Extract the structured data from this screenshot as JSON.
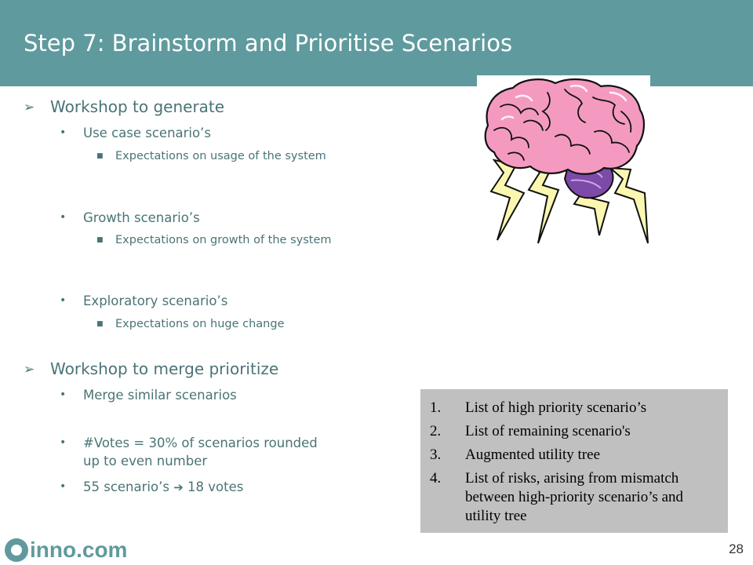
{
  "slide": {
    "title": "Step 7: Brainstorm and Prioritise Scenarios",
    "page_number": "28"
  },
  "bullets": [
    {
      "text": "Workshop to generate",
      "children": [
        {
          "text": "Use case scenario’s",
          "children": [
            "Expectations on usage of the system"
          ]
        },
        {
          "text": "Growth scenario’s",
          "children": [
            "Expectations on growth of the system"
          ]
        },
        {
          "text": "Exploratory scenario’s",
          "children": [
            "Expectations on huge change"
          ]
        }
      ]
    },
    {
      "text": "Workshop to merge prioritize",
      "children": [
        {
          "text": "Merge similar scenarios"
        },
        {
          "text": "#Votes = 30% of scenarios rounded up to even number"
        },
        {
          "text_before_arrow": "55 scenario’s",
          "arrow_icon": "bold-right-arrow-icon",
          "text_after_arrow": "18 votes"
        }
      ]
    }
  ],
  "outputs": {
    "numbers": [
      "1.",
      "2.",
      "3.",
      "4."
    ],
    "items": [
      "List of high priority scenario’s",
      "List of remaining scenario's",
      "Augmented utility tree",
      "List of risks, arising from mismatch between high-priority scenario’s and utility tree"
    ]
  },
  "image": {
    "icon": "brainstorm-brain-lightning-icon"
  },
  "logo": {
    "icon": "inno-logo-mark-icon",
    "text": "inno.com"
  },
  "colors": {
    "header": "#5f9a9e",
    "body_text": "#4a7476",
    "output_box": "#c0c0c0",
    "brain": "#f49ac1",
    "lightning": "#fbf7b0"
  }
}
